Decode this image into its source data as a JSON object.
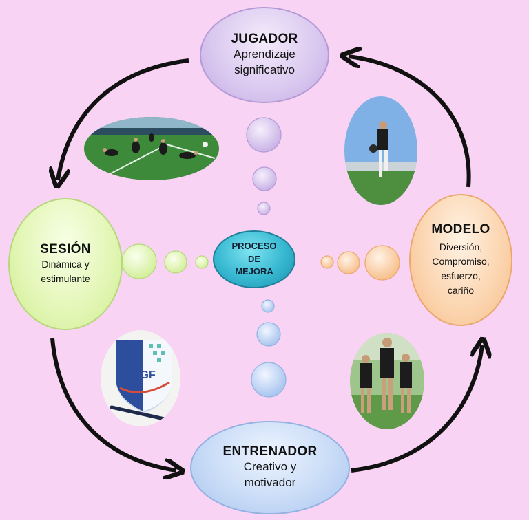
{
  "jugador": {
    "title": "JUGADOR",
    "line1": "Aprendizaje",
    "line2": "significativo"
  },
  "entrenador": {
    "title": "ENTRENADOR",
    "line1": "Creativo y",
    "line2": "motivador"
  },
  "sesion": {
    "title": "SESIÓN",
    "line1": "Dinámica y",
    "line2": "estimulante"
  },
  "modelo": {
    "title": "MODELO",
    "line1": "Diversión,",
    "line2": "Compromiso,",
    "line3": "esfuerzo,",
    "line4": "cariño"
  },
  "center": {
    "line1": "PROCESO",
    "line2": "DE",
    "line3": "MEJORA"
  },
  "logo": {
    "text": "RFGF"
  },
  "colors": {
    "background": "#f9d3f3",
    "jugador": "#d9c7ef",
    "entrenador": "#c6daf6",
    "sesion": "#e2f6b4",
    "modelo": "#fbd4ae",
    "center": "#37b8d1",
    "arrow": "#111111"
  },
  "icons": {
    "photo_top_left": "football-training-group-photo",
    "photo_top_right": "player-juggling-photo",
    "photo_bottom_left": "rfgf-notebook-photo",
    "photo_bottom_right": "coach-and-players-photo"
  }
}
